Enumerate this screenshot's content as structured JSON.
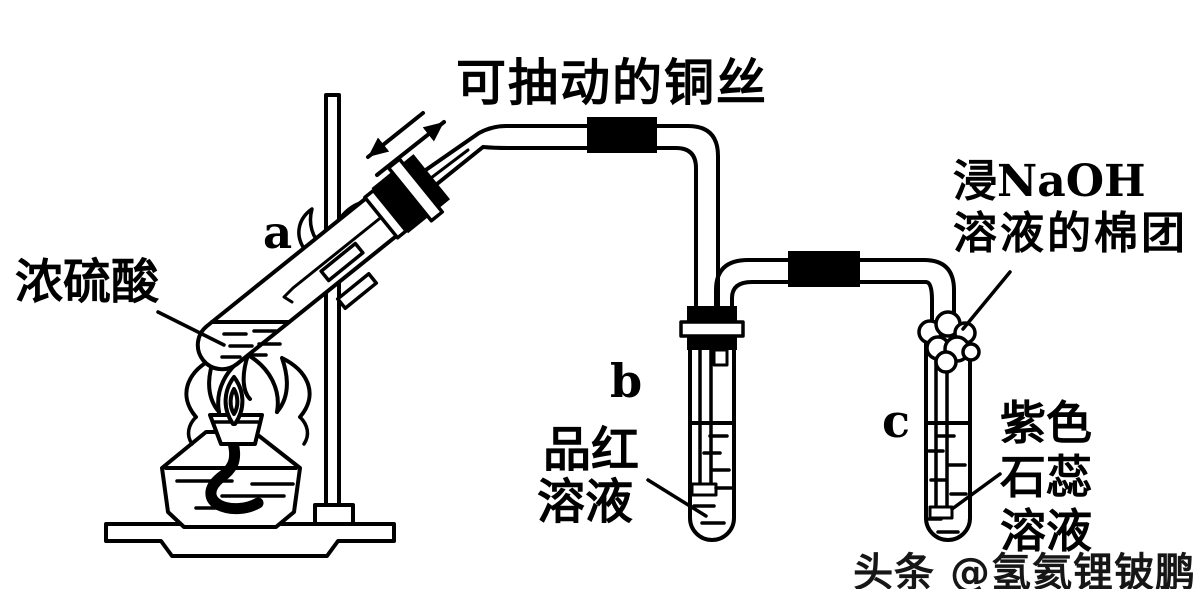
{
  "diagram": {
    "title": "可抽动的铜丝",
    "labels": {
      "acid": "浓硫酸",
      "tube_a_letter": "a",
      "tube_b_letter": "b",
      "tube_c_letter": "c",
      "fuchsin_line1": "品红",
      "fuchsin_line2": "溶液",
      "naoh_line1": "浸NaOH",
      "naoh_line2": "溶液的棉团",
      "litmus_line1": "紫色",
      "litmus_line2": "石蕊",
      "litmus_line3": "溶液"
    },
    "watermark": "头条 @氢氦锂铍鹏",
    "colors": {
      "ink": "#000000",
      "background": "#ffffff"
    }
  }
}
